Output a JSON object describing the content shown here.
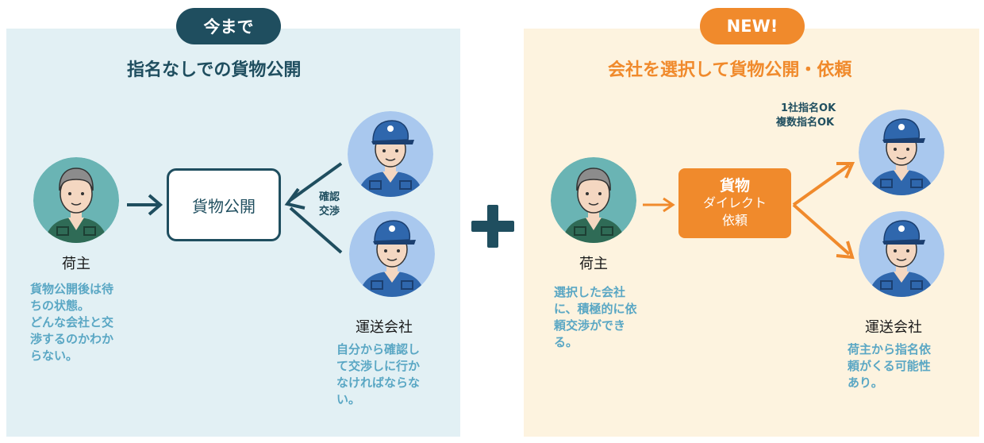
{
  "left": {
    "pill": "今まで",
    "heading": "指名なしでの貨物公開",
    "box": "貨物公開",
    "arrow_label": [
      "確認",
      "交渉"
    ],
    "shipper_label": "荷主",
    "shipper_note": [
      "貨物公開後は待",
      "ちの状態。",
      "どんな会社と交",
      "渉するのかわか",
      "らない。"
    ],
    "carrier_label": "運送会社",
    "carrier_note": [
      "自分から確認し",
      "て交渉しに行か",
      "なければならな",
      "い。"
    ]
  },
  "plus": "+",
  "right": {
    "pill": "NEW!",
    "heading": "会社を選択して貨物公開・依頼",
    "box": [
      "貨物",
      "ダイレクト",
      "依頼"
    ],
    "ok_note": [
      "1社指名OK",
      "複数指名OK"
    ],
    "shipper_label": "荷主",
    "shipper_note": [
      "選択した会社",
      "に、積極的に依",
      "頼交渉ができ",
      "る。"
    ],
    "carrier_label": "運送会社",
    "carrier_note": [
      "荷主から指名依",
      "頼がくる可能性",
      "あり。"
    ]
  },
  "colors": {
    "dark_teal": "#1f4e5f",
    "orange": "#f08a2c",
    "note_blue": "#5aa7c4",
    "left_bg": "#e2f0f4",
    "right_bg": "#fdf3df"
  },
  "icons": [
    "shipper-avatar-icon",
    "carrier-avatar-icon",
    "plus-icon"
  ]
}
